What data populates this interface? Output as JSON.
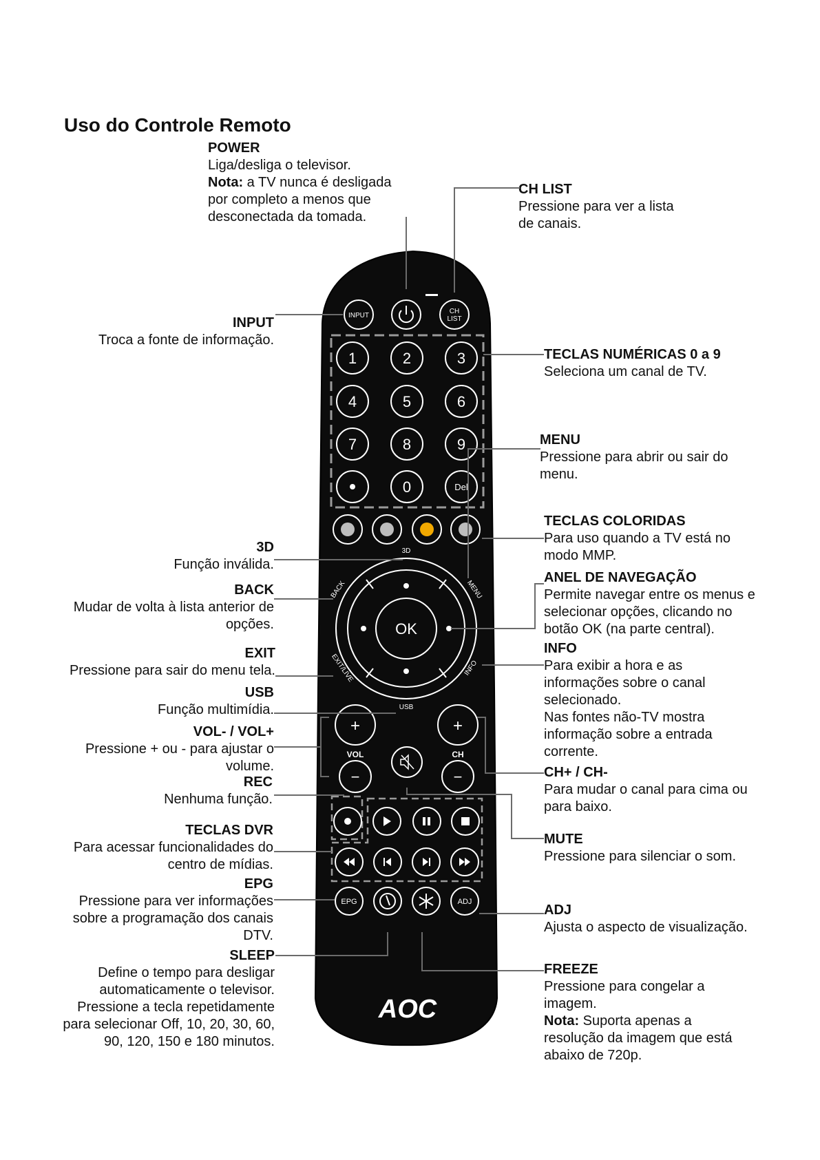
{
  "page": {
    "title": "Uso do Controle Remoto"
  },
  "annotations": {
    "power": {
      "heading": "POWER",
      "text": "Liga/desliga o televisor.",
      "note_label": "Nota:",
      "note_text": " a TV nunca é desligada por completo a menos que desconectada da tomada."
    },
    "ch_list": {
      "heading": "CH LIST",
      "text": "Pressione para ver a lista de canais."
    },
    "input": {
      "heading": "INPUT",
      "text": "Troca a fonte de informação."
    },
    "numeric": {
      "heading": "TECLAS NUMÉRICAS 0 a 9",
      "text": "Seleciona um canal de TV."
    },
    "menu": {
      "heading": "MENU",
      "text": "Pressione para abrir ou sair do menu."
    },
    "colored": {
      "heading": "TECLAS COLORIDAS",
      "text": "Para uso quando a TV está no modo MMP."
    },
    "three_d": {
      "heading": "3D",
      "text": "Função inválida."
    },
    "back": {
      "heading": "BACK",
      "text": "Mudar de volta à lista anterior de opções."
    },
    "nav_ring": {
      "heading": "ANEL DE NAVEGAÇÃO",
      "text": "Permite navegar entre os menus e selecionar opções, clicando no botão OK (na parte central)."
    },
    "info": {
      "heading": "INFO",
      "text": "Para exibir a hora e as informações sobre o canal selecionado.",
      "text2": "Nas fontes não-TV mostra informação sobre a entrada corrente."
    },
    "exit": {
      "heading": "EXIT",
      "text": "Pressione para sair do menu tela."
    },
    "usb": {
      "heading": "USB",
      "text": "Função multimídia."
    },
    "vol": {
      "heading": "VOL- / VOL+",
      "text": "Pressione + ou - para ajustar o volume."
    },
    "ch": {
      "heading": "CH+ / CH-",
      "text": "Para mudar o canal para cima ou para baixo."
    },
    "rec": {
      "heading": "REC",
      "text": "Nenhuma função."
    },
    "dvr": {
      "heading": "TECLAS DVR",
      "text": "Para acessar funcionalidades do centro de mídias."
    },
    "mute": {
      "heading": "MUTE",
      "text": "Pressione para silenciar o som."
    },
    "epg": {
      "heading": "EPG",
      "text": "Pressione para ver informações sobre a programação dos canais DTV."
    },
    "adj": {
      "heading": "ADJ",
      "text": "Ajusta o aspecto de visualização."
    },
    "sleep": {
      "heading": "SLEEP",
      "text": "Define o tempo para desligar automaticamente o televisor. Pressione a tecla repetidamente para selecionar Off, 10, 20, 30, 60, 90, 120, 150 e 180 minutos."
    },
    "freeze": {
      "heading": "FREEZE",
      "text": "Pressione para congelar a imagem.",
      "note_label": "Nota:",
      "note_text": " Suporta apenas a resolução da imagem que está abaixo de 720p."
    }
  },
  "remote": {
    "brand": "AOC",
    "buttons": {
      "input": "INPUT",
      "ch_list_1": "CH",
      "ch_list_2": "LIST",
      "del": "Del",
      "ok": "OK",
      "ring_3d": "3D",
      "ring_back": "BACK",
      "ring_menu": "MENU",
      "ring_exit": "EXIT/LIVE",
      "ring_info": "INFO",
      "ring_usb": "USB",
      "vol": "VOL",
      "ch": "CH",
      "plus": "+",
      "minus": "−",
      "epg": "EPG",
      "adj": "ADJ"
    },
    "color_keys": [
      "#bdbdbd",
      "#bdbdbd",
      "#f2a900",
      "#bdbdbd"
    ]
  }
}
